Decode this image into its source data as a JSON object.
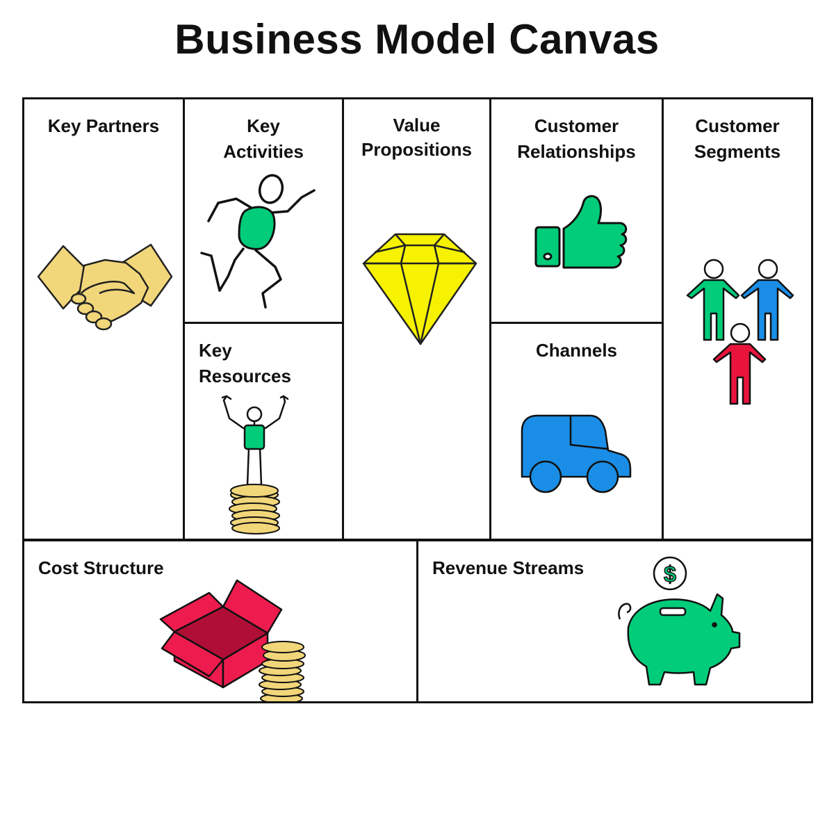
{
  "title": "Business Model Canvas",
  "blocks": {
    "key_partners": {
      "label": "Key Partners",
      "icon": "handshake-icon"
    },
    "key_activities": {
      "label_line1": "Key",
      "label_line2": "Activities",
      "icon": "running-person-icon"
    },
    "key_resources": {
      "label_line1": "Key",
      "label_line2": "Resources",
      "icon": "person-on-coins-icon"
    },
    "value_propositions": {
      "label_line1": "Value",
      "label_line2": "Propositions",
      "icon": "diamond-icon"
    },
    "customer_relationships": {
      "label_line1": "Customer",
      "label_line2": "Relationships",
      "icon": "thumbs-up-icon"
    },
    "channels": {
      "label": "Channels",
      "icon": "car-icon"
    },
    "customer_segments": {
      "label_line1": "Customer",
      "label_line2": "Segments",
      "icon": "people-group-icon"
    },
    "cost_structure": {
      "label": "Cost Structure",
      "icon": "box-and-coins-icon"
    },
    "revenue_streams": {
      "label": "Revenue Streams",
      "icon": "piggy-bank-icon"
    }
  },
  "colors": {
    "green": "#00cc7a",
    "yellow": "#f6f200",
    "gold": "#f2d67a",
    "blue": "#1a8ee6",
    "red": "#e8143c",
    "box_red": "#ee1c4e"
  }
}
